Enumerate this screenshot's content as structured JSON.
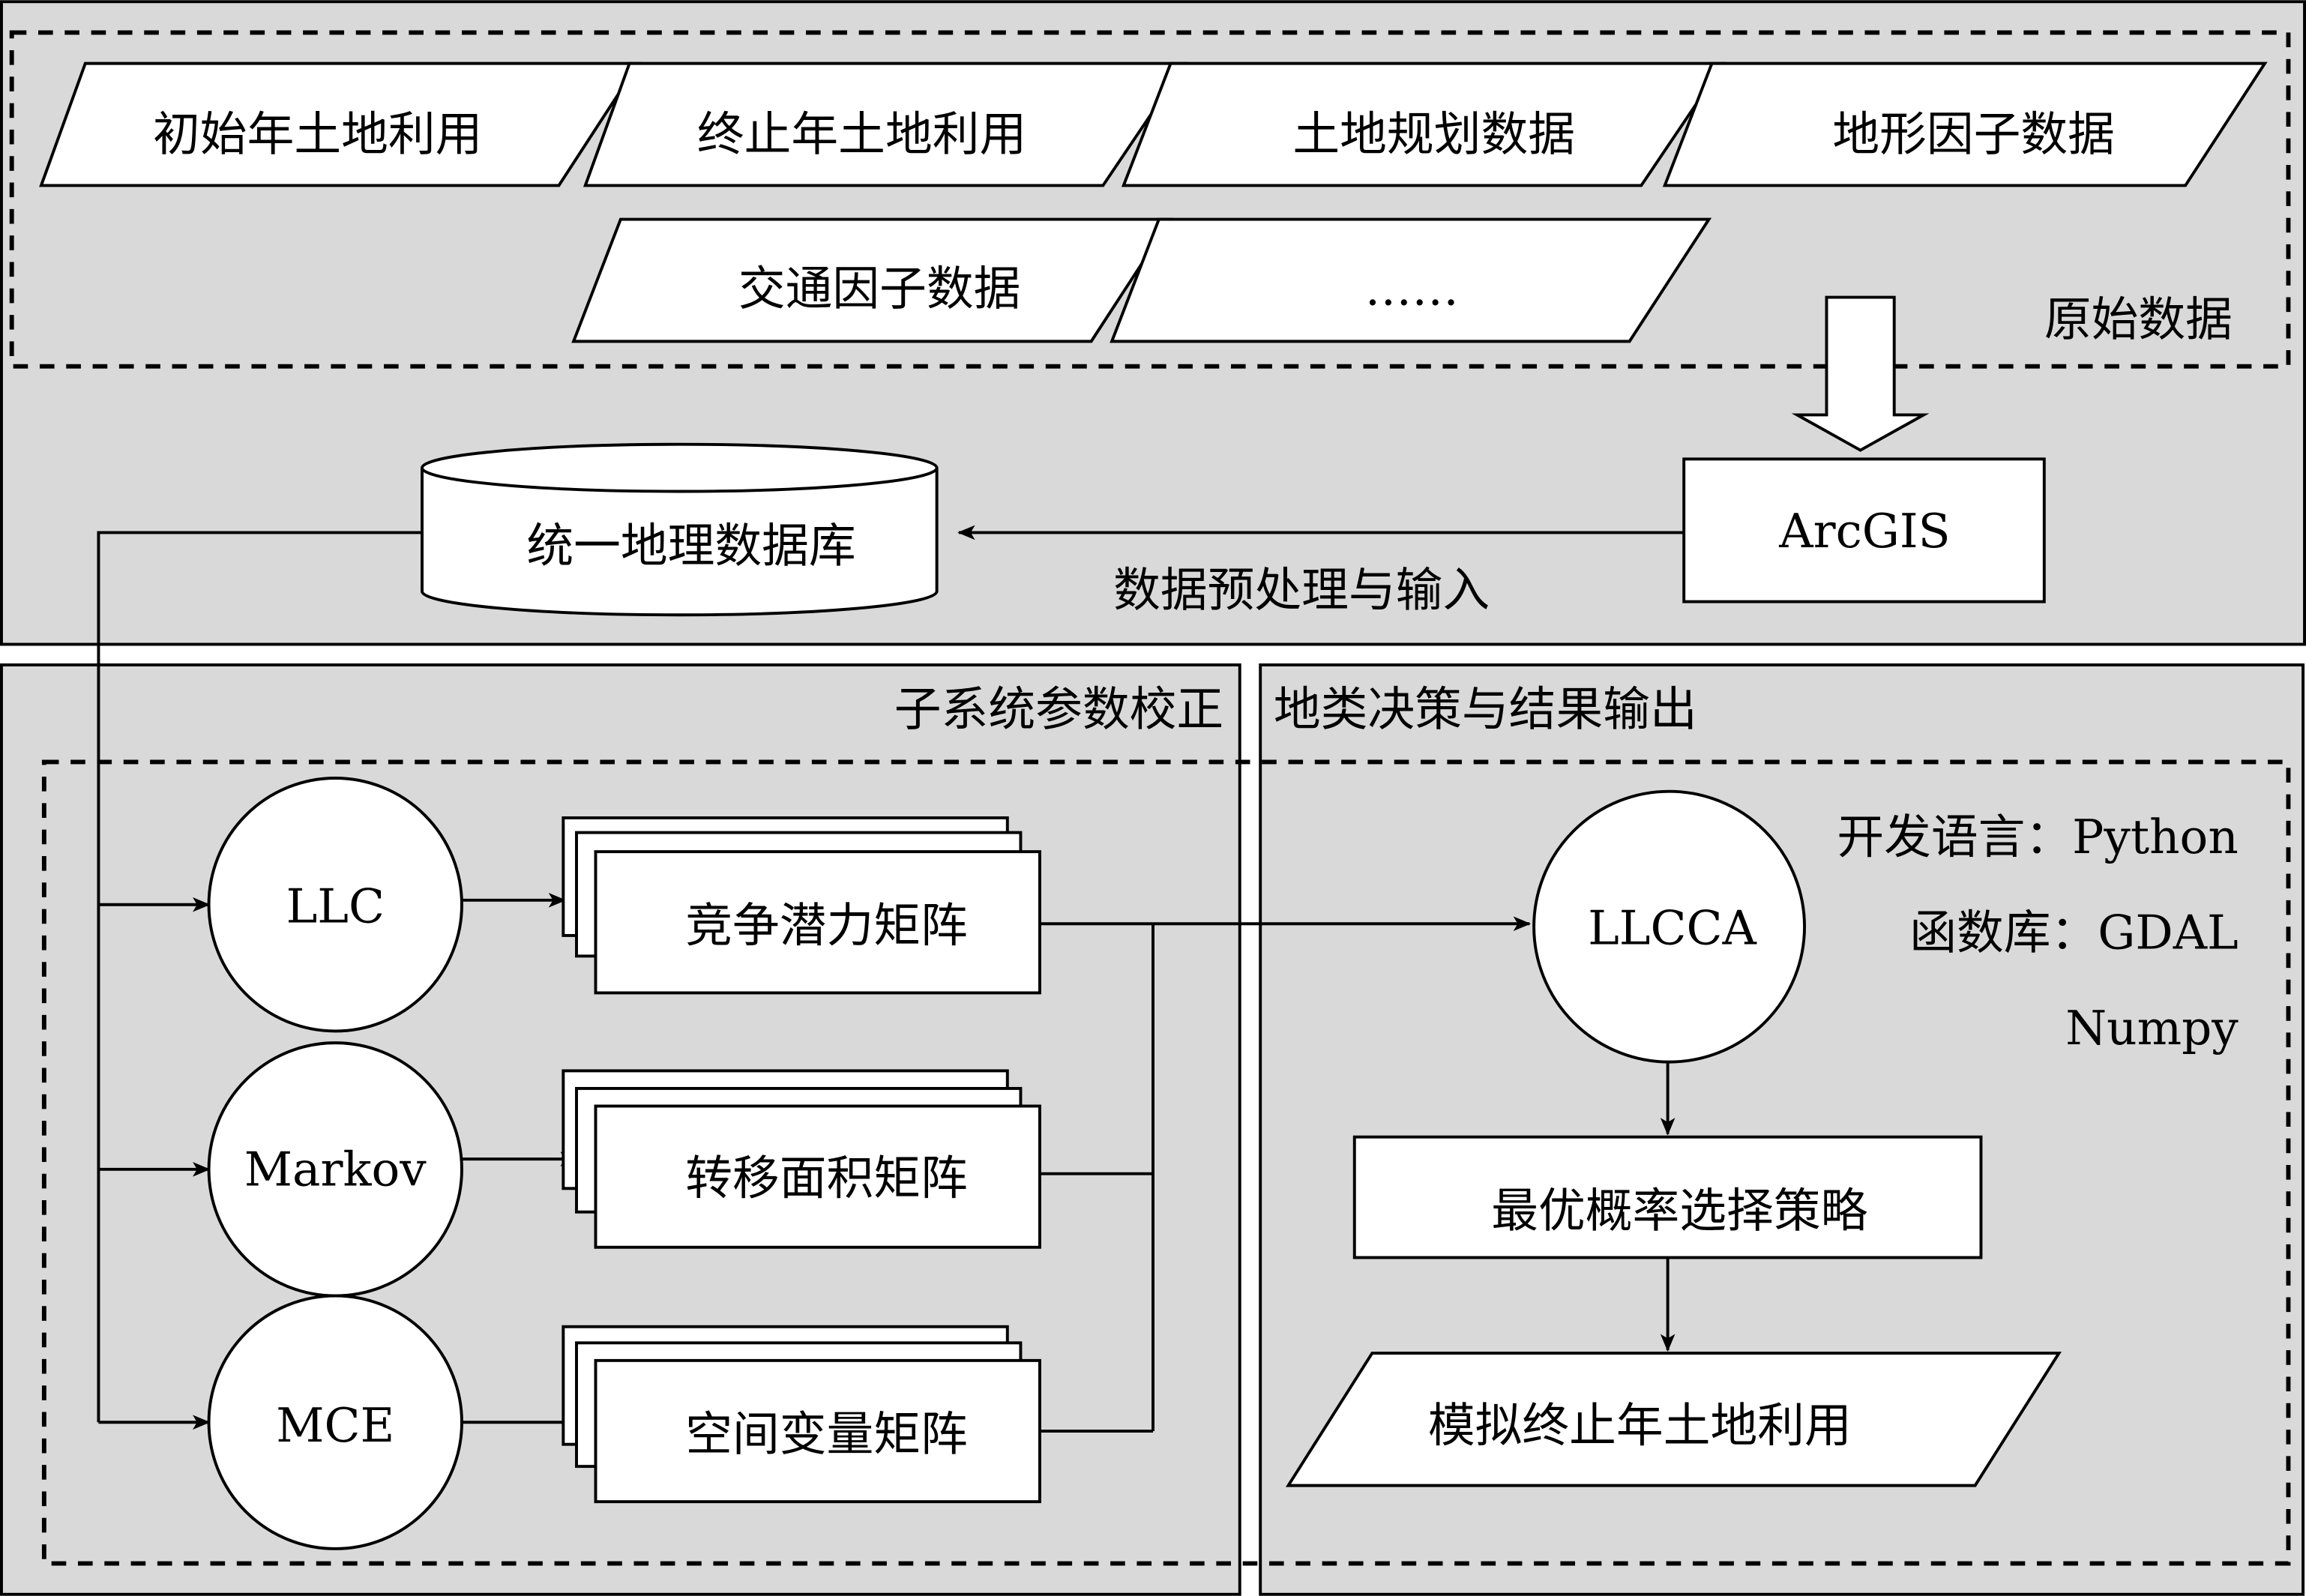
{
  "raw_data_panel": {
    "title": "原始数据",
    "inputs": [
      "初始年土地利用",
      "终止年土地利用",
      "土地规划数据",
      "地形因子数据",
      "交通因子数据",
      "……"
    ]
  },
  "preprocess": {
    "tool": "ArcGIS",
    "edge_label": "数据预处理与输入",
    "database": "统一地理数据库"
  },
  "calibration_panel": {
    "title": "子系统参数校正",
    "models": [
      "LLC",
      "Markov",
      "MCE"
    ],
    "matrices": [
      "竞争潜力矩阵",
      "转移面积矩阵",
      "空间变量矩阵"
    ]
  },
  "decision_panel": {
    "title": "地类决策与结果输出",
    "model": "LLCCA",
    "strategy": "最优概率选择策略",
    "output": "模拟终止年土地利用",
    "info": [
      "开发语言：Python",
      "函数库：GDAL",
      "Numpy"
    ]
  }
}
